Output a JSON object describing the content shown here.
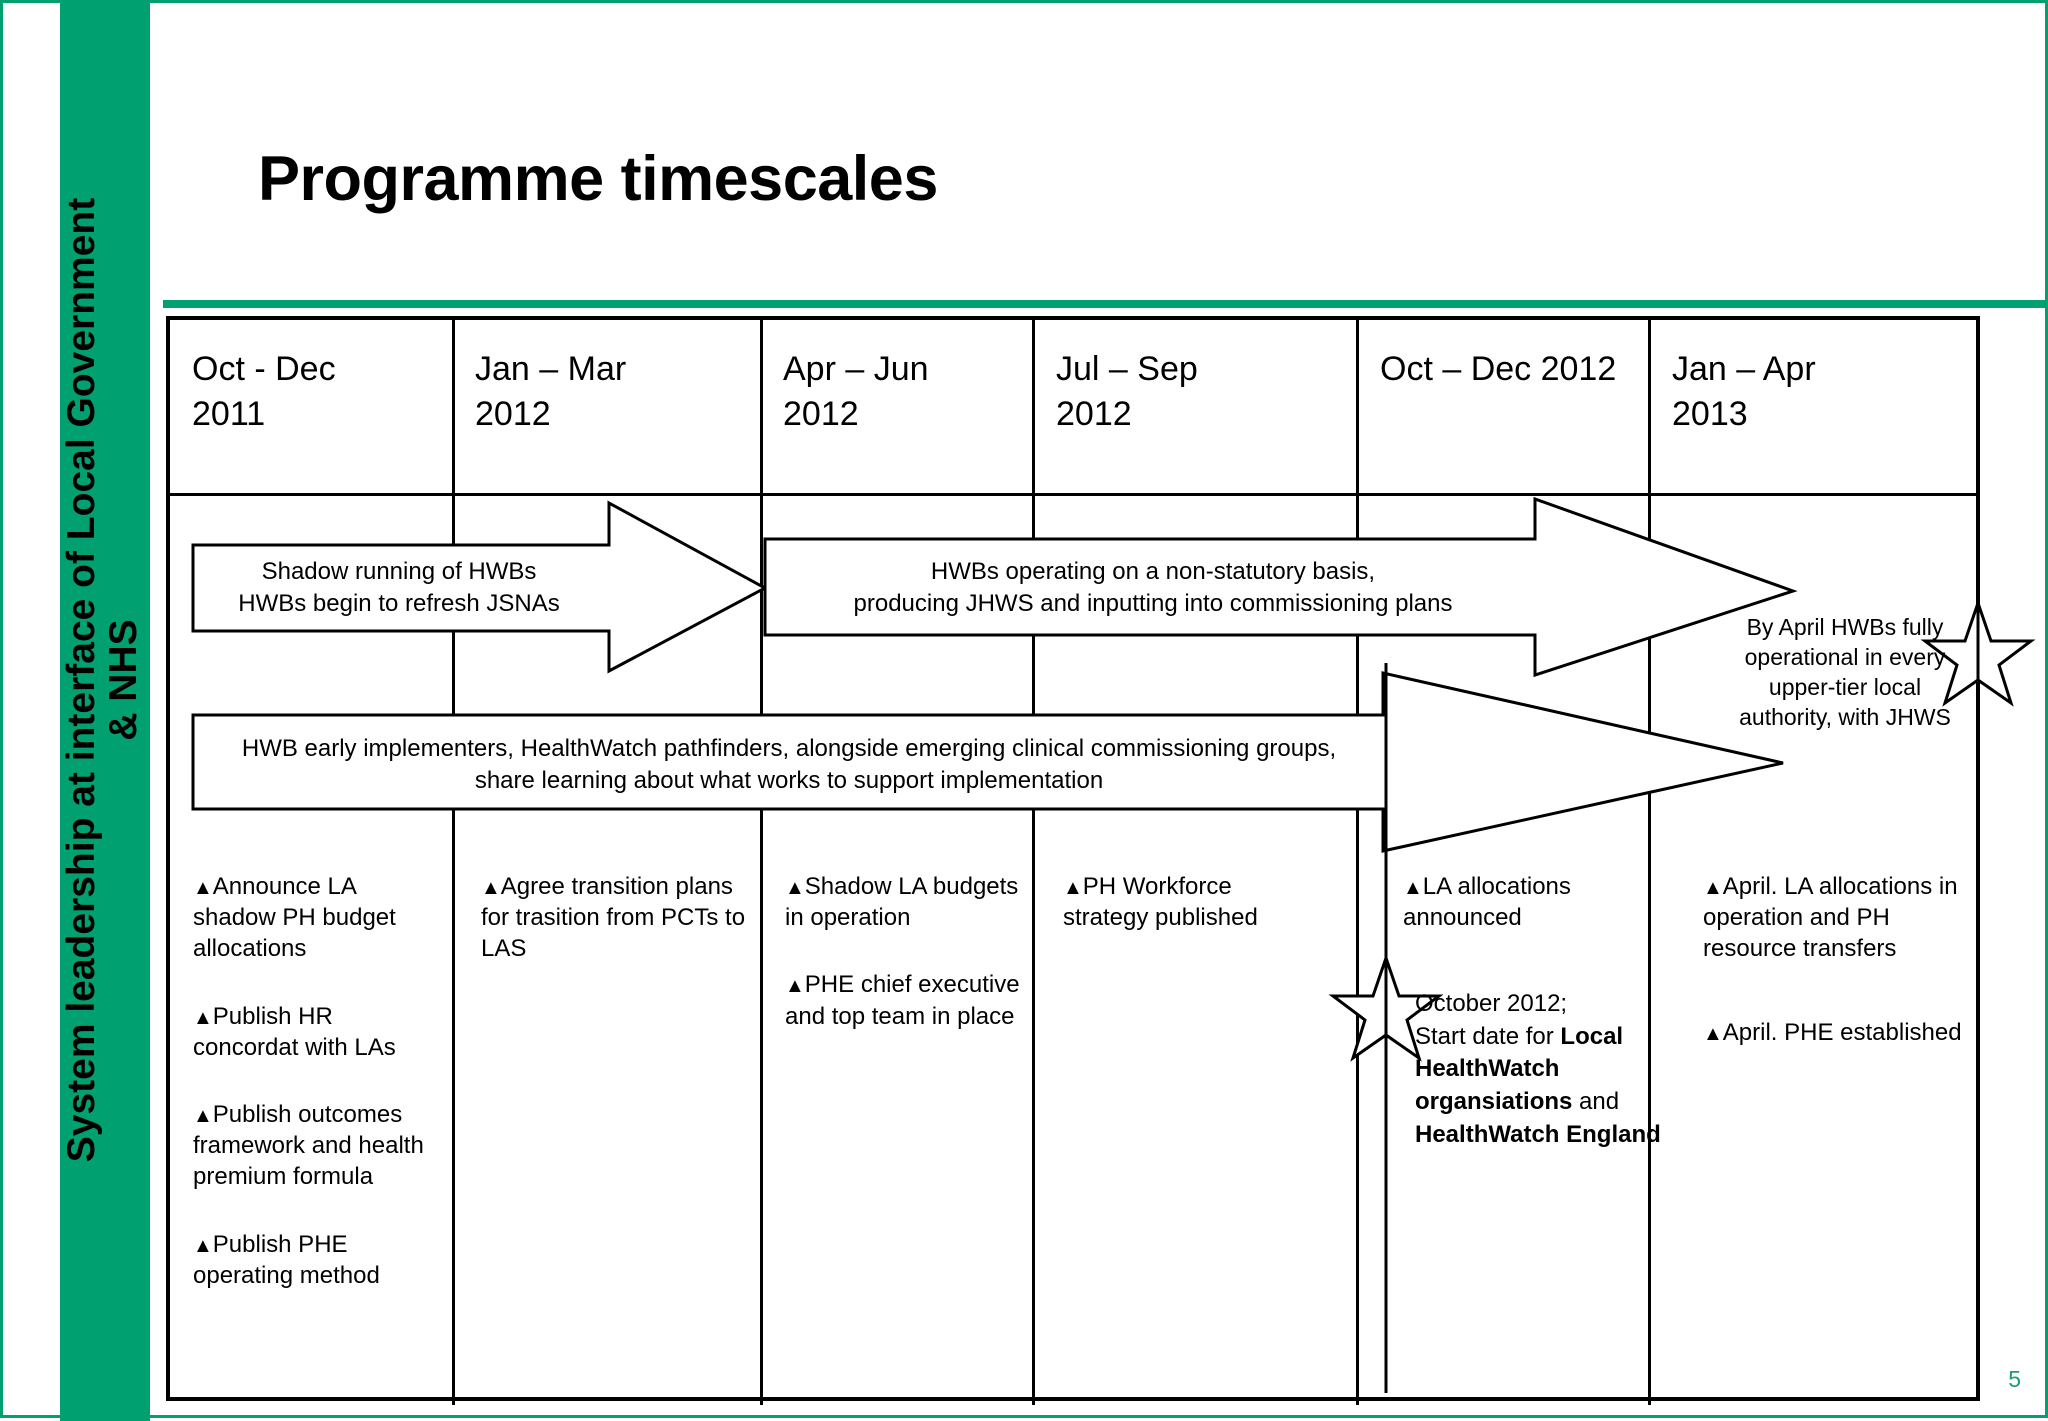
{
  "slide": {
    "accent_color": "#00A070",
    "title": "Programme timescales",
    "side_label": "System leadership at interface of Local Government\n& NHS",
    "page_number": "5"
  },
  "table": {
    "headers": [
      {
        "line1": "Oct - Dec",
        "line2": "2011"
      },
      {
        "line1": "Jan – Mar",
        "line2": "2012"
      },
      {
        "line1": "Apr – Jun",
        "line2": "2012"
      },
      {
        "line1": "Jul – Sep",
        "line2": "2012"
      },
      {
        "line1": "Oct – Dec 2012",
        "line2": ""
      },
      {
        "line1": "Jan – Apr",
        "line2": "2013"
      }
    ]
  },
  "arrows": {
    "arrow1": {
      "line1": "Shadow running of HWBs",
      "line2": "HWBs begin to refresh JSNAs"
    },
    "arrow2": {
      "line1": "HWBs operating on a non-statutory basis,",
      "line2": "producing JHWS and inputting into commissioning plans"
    },
    "arrow3": {
      "line1": "HWB early implementers, HealthWatch pathfinders, alongside emerging clinical commissioning groups,",
      "line2": "share learning about what works to support implementation"
    }
  },
  "notes": {
    "by_april": "By April HWBs fully operational in every upper-tier local authority, with JHWS",
    "october_2012": {
      "line1": "October 2012;",
      "line2_prefix": "Start date for ",
      "line2_bold": "Local HealthWatch organsiations",
      "line2_mid": " and ",
      "line2_bold2": "HealthWatch England"
    }
  },
  "columns": [
    {
      "index": 0,
      "bullets": [
        "Announce\nLA shadow PH budget allocations",
        "Publish HR concordat with LAs",
        "Publish outcomes framework and health premium formula",
        "Publish PHE operating method"
      ]
    },
    {
      "index": 1,
      "bullets": [
        "Agree transition plans for trasition from PCTs to LAS"
      ]
    },
    {
      "index": 2,
      "bullets": [
        "Shadow LA budgets in operation",
        "PHE chief executive and top team in place"
      ]
    },
    {
      "index": 3,
      "bullets": [
        "PH Workforce strategy published"
      ]
    },
    {
      "index": 4,
      "bullets": [
        "LA allocations announced"
      ]
    },
    {
      "index": 5,
      "bullets": [
        "April. LA allocations in operation and PH resource transfers",
        "April.  PHE established"
      ]
    }
  ],
  "icons": {
    "bullet_marker": "▲",
    "star": "star-icon"
  }
}
